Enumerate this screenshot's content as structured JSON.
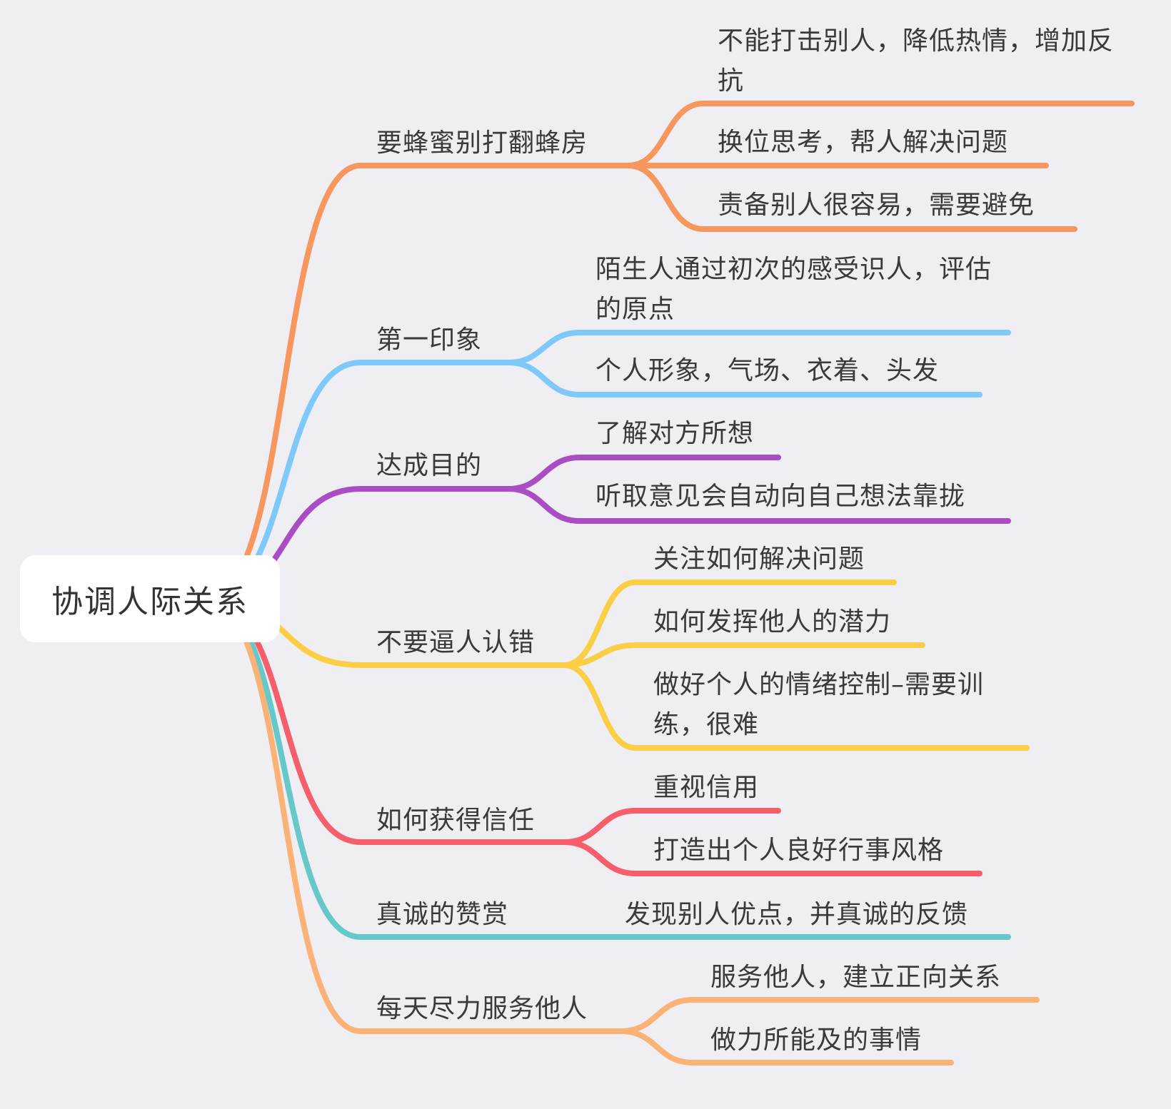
{
  "root": {
    "label": "协调人际关系"
  },
  "branches": [
    {
      "label": "要蜂蜜别打翻蜂房",
      "color": "#f7975e",
      "children": [
        {
          "label": "不能打击别人，降低热情，增加反抗"
        },
        {
          "label": "换位思考，帮人解决问题"
        },
        {
          "label": "责备别人很容易，需要避免"
        }
      ]
    },
    {
      "label": "第一印象",
      "color": "#7ec8fa",
      "children": [
        {
          "label": "陌生人通过初次的感受识人，评估的原点"
        },
        {
          "label": "个人形象，气场、衣着、头发"
        }
      ]
    },
    {
      "label": "达成目的",
      "color": "#aa4cc4",
      "children": [
        {
          "label": "了解对方所想"
        },
        {
          "label": "听取意见会自动向自己想法靠拢"
        }
      ]
    },
    {
      "label": "不要逼人认错",
      "color": "#fbcf45",
      "children": [
        {
          "label": "关注如何解决问题"
        },
        {
          "label": "如何发挥他人的潜力"
        },
        {
          "label": "做好个人的情绪控制–需要训练，很难"
        }
      ]
    },
    {
      "label": "如何获得信任",
      "color": "#f55e6a",
      "children": [
        {
          "label": "重视信用"
        },
        {
          "label": "打造出个人良好行事风格"
        }
      ]
    },
    {
      "label": "真诚的赞赏",
      "color": "#66c8c9",
      "children": [
        {
          "label": "发现别人优点，并真诚的反馈"
        }
      ]
    },
    {
      "label": "每天尽力服务他人",
      "color": "#fbb276",
      "children": [
        {
          "label": "服务他人，建立正向关系"
        },
        {
          "label": "做力所能及的事情"
        }
      ]
    }
  ]
}
